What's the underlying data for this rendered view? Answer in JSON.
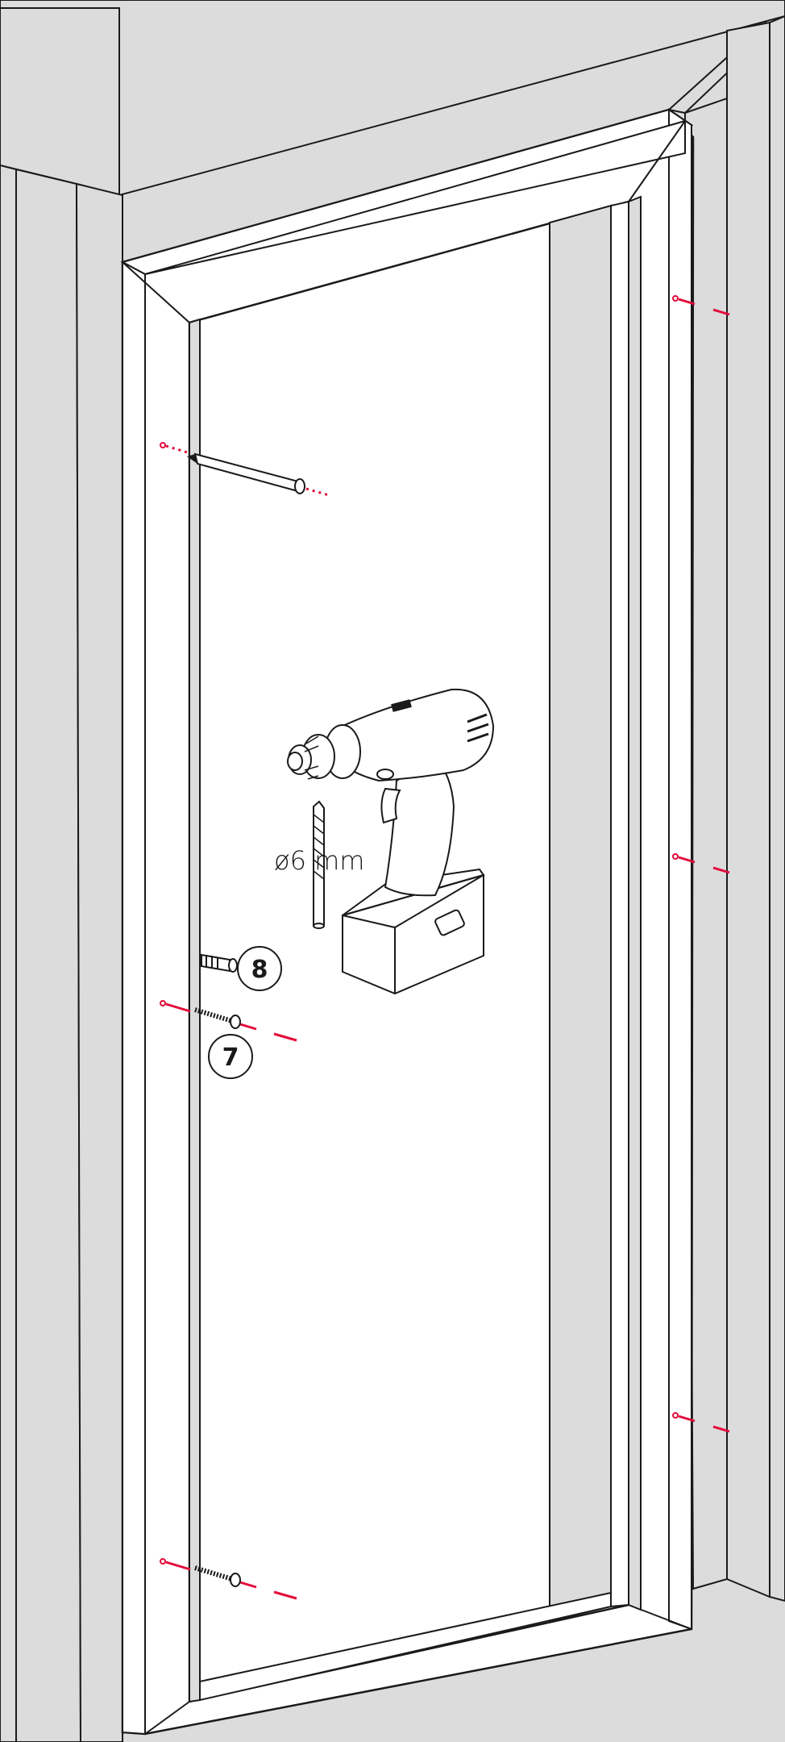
{
  "drill_bit": {
    "diameter_label": "ø6 mm"
  },
  "callouts": [
    {
      "number": "8",
      "part": "wall plug"
    },
    {
      "number": "7",
      "part": "screw"
    }
  ],
  "colors": {
    "wall": "#dcdcdc",
    "outline": "#1a1a1a",
    "frame": "#ffffff",
    "marker": "#e30b3a"
  },
  "icons": [
    "pencil-icon",
    "drill-icon",
    "drill-bit-icon",
    "wall-plug-icon",
    "screw-icon"
  ]
}
